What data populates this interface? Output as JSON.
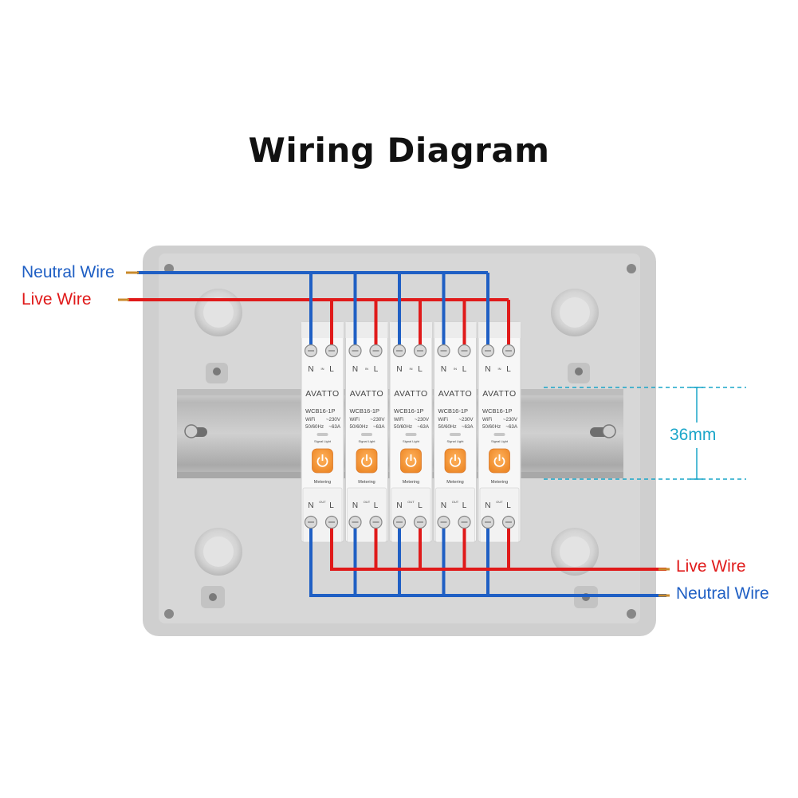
{
  "title": "Wiring Diagram",
  "labels": {
    "neutral_in": "Neutral Wire",
    "live_in": "Live Wire",
    "live_out": "Live Wire",
    "neutral_out": "Neutral Wire",
    "rail_height": "36mm"
  },
  "breaker": {
    "brand": "AVATTO",
    "model": "WCB16-1P",
    "wifi": "WiFi",
    "voltage": "~230V",
    "freq": "50/60Hz",
    "current": "~63A",
    "signal": "Signal Light",
    "metering": "Metering",
    "in_n": "N",
    "in_in": "IN",
    "in_l": "L",
    "out_n": "N",
    "out_out": "OUT",
    "out_l": "L"
  },
  "breaker_count": 5,
  "colors": {
    "neutral": "#1f5fc4",
    "live": "#e01a1a",
    "button": "#f59a3a",
    "dimension": "#1aa6c9"
  }
}
